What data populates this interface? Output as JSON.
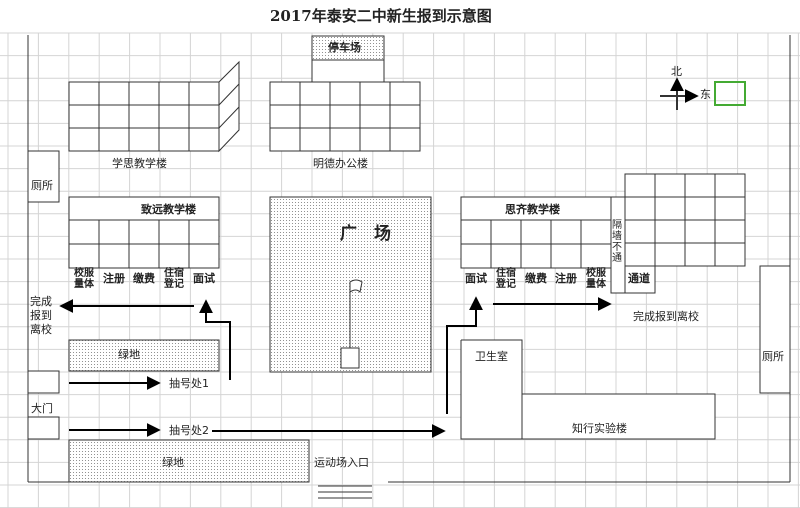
{
  "title": "2017年泰安二中新生报到示意图",
  "labels": {
    "parking": "停车场",
    "xuesi": "学思教学楼",
    "mingde": "明德办公楼",
    "zhiyuan": "致远教学楼",
    "siqi": "思齐教学楼",
    "square": "广　场",
    "toilet_left": "厕所",
    "toilet_right": "厕所",
    "complete_left": "完成报到离校",
    "complete_right": "完成报到离校",
    "greenland_top": "绿地",
    "greenland_bottom": "绿地",
    "lottery1": "抽号处1",
    "lottery2": "抽号处2",
    "gate": "大门",
    "clinic": "卫生室",
    "zhixing": "知行实验楼",
    "sports_entrance": "运动场入口",
    "north": "北",
    "east": "东",
    "passage_sep": "隔墙不通",
    "passage": "通道"
  },
  "left_stations": [
    "校服量体",
    "注册",
    "缴费",
    "住宿登记",
    "面试"
  ],
  "right_stations": [
    "面试",
    "住宿登记",
    "缴费",
    "注册",
    "校服量体"
  ],
  "colors": {
    "grid": "#d4d4d4",
    "line": "#333333",
    "arrow": "#000000",
    "highlight": "#44aa33",
    "dots": "#777777"
  }
}
